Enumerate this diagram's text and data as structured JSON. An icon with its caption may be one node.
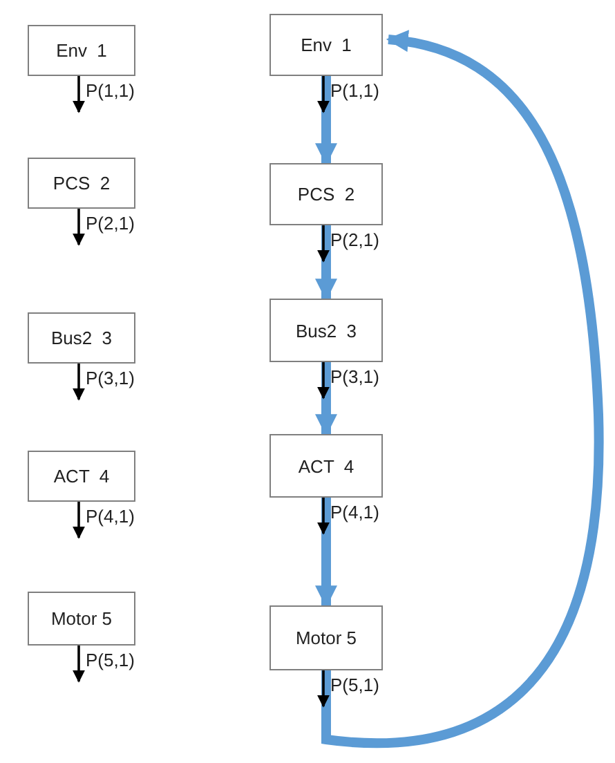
{
  "diagram": {
    "nodes": [
      {
        "text": [
          "Env  1"
        ]
      },
      {
        "text": [
          "PCS  2"
        ]
      },
      {
        "text": [
          "Bus2  3"
        ]
      },
      {
        "text": [
          "ACT  4"
        ]
      },
      {
        "text": [
          "Motor 5"
        ]
      },
      {
        "text": [
          "Env  1"
        ]
      },
      {
        "text": [
          "PCS  2"
        ]
      },
      {
        "text": [
          "Bus2  3"
        ]
      },
      {
        "text": [
          "ACT  4"
        ]
      },
      {
        "text": [
          "Motor 5"
        ]
      }
    ],
    "edges": [
      {
        "from": 0,
        "to": null,
        "arrow": "to",
        "label": "P(1,1)"
      },
      {
        "from": 1,
        "to": null,
        "arrow": "to",
        "label": "P(2,1)"
      },
      {
        "from": 2,
        "to": null,
        "arrow": "to",
        "label": "P(3,1)"
      },
      {
        "from": 3,
        "to": null,
        "arrow": "to",
        "label": "P(4,1)"
      },
      {
        "from": 4,
        "to": null,
        "arrow": "to",
        "label": "P(5,1)"
      },
      {
        "from": 5,
        "to": null,
        "arrow": "to",
        "label": "P(1,1)"
      },
      {
        "from": 6,
        "to": null,
        "arrow": "to",
        "label": "P(2,1)"
      },
      {
        "from": 7,
        "to": null,
        "arrow": "to",
        "label": "P(3,1)"
      },
      {
        "from": 8,
        "to": null,
        "arrow": "to",
        "label": "P(4,1)"
      },
      {
        "from": 9,
        "to": null,
        "arrow": "to",
        "label": "P(5,1)"
      },
      {
        "from": 5,
        "to": 6,
        "arrow": "to",
        "style": "thick",
        "color": "#5b9bd5"
      },
      {
        "from": 6,
        "to": 7,
        "arrow": "to",
        "style": "thick",
        "color": "#5b9bd5"
      },
      {
        "from": 7,
        "to": 8,
        "arrow": "to",
        "style": "thick",
        "color": "#5b9bd5"
      },
      {
        "from": 8,
        "to": 9,
        "arrow": "to",
        "style": "thick",
        "color": "#5b9bd5"
      },
      {
        "from": 9,
        "to": 5,
        "arrow": "to",
        "style": "thick",
        "color": "#5b9bd5"
      }
    ]
  }
}
